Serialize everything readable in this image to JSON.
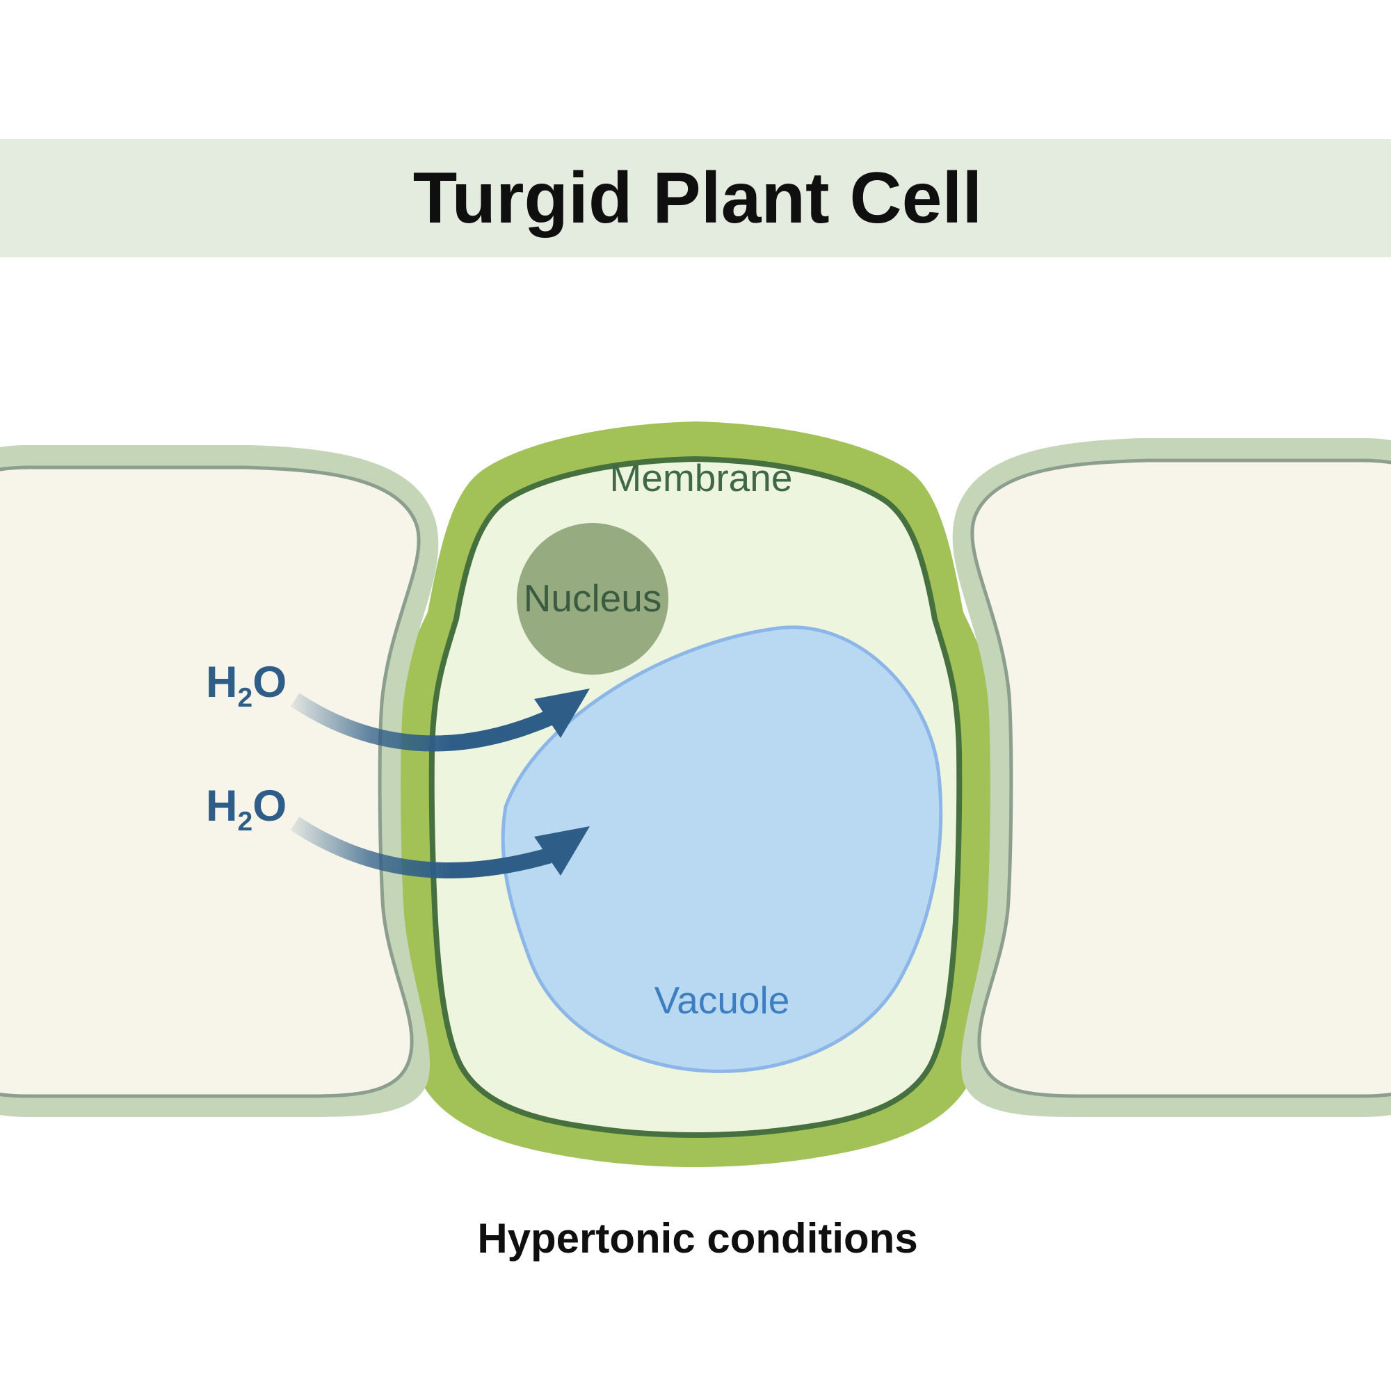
{
  "banner": {
    "title": "Turgid Plant Cell"
  },
  "caption": "Hypertonic conditions",
  "diagram": {
    "central_cell": {
      "membrane_label": "Membrane",
      "nucleus_label": "Nucleus",
      "vacuole_label": "Vacuole"
    },
    "water_labels": [
      {
        "main": "H",
        "sub": "2",
        "tail": "O"
      },
      {
        "main": "H",
        "sub": "2",
        "tail": "O"
      }
    ]
  },
  "colors": {
    "banner_bg": "#e4ecdf",
    "title_text": "#0f0f0f",
    "caption_text": "#0f0f0f",
    "neighbor_cell_fill": "#f7f5ea",
    "neighbor_cell_wall": "#c4d5b8",
    "neighbor_cell_outline": "#8c9e8e",
    "cell_wall": "#a2c157",
    "membrane_line": "#46703d",
    "cytoplasm": "#eef5df",
    "nucleus_fill": "#96ac80",
    "nucleus_text": "#3b5b40",
    "membrane_text": "#3f6845",
    "vacuole_fill": "#b9d8f2",
    "vacuole_border": "#8cb6e8",
    "vacuole_text": "#3d7ec1",
    "water_blue": "#2e5d87"
  }
}
